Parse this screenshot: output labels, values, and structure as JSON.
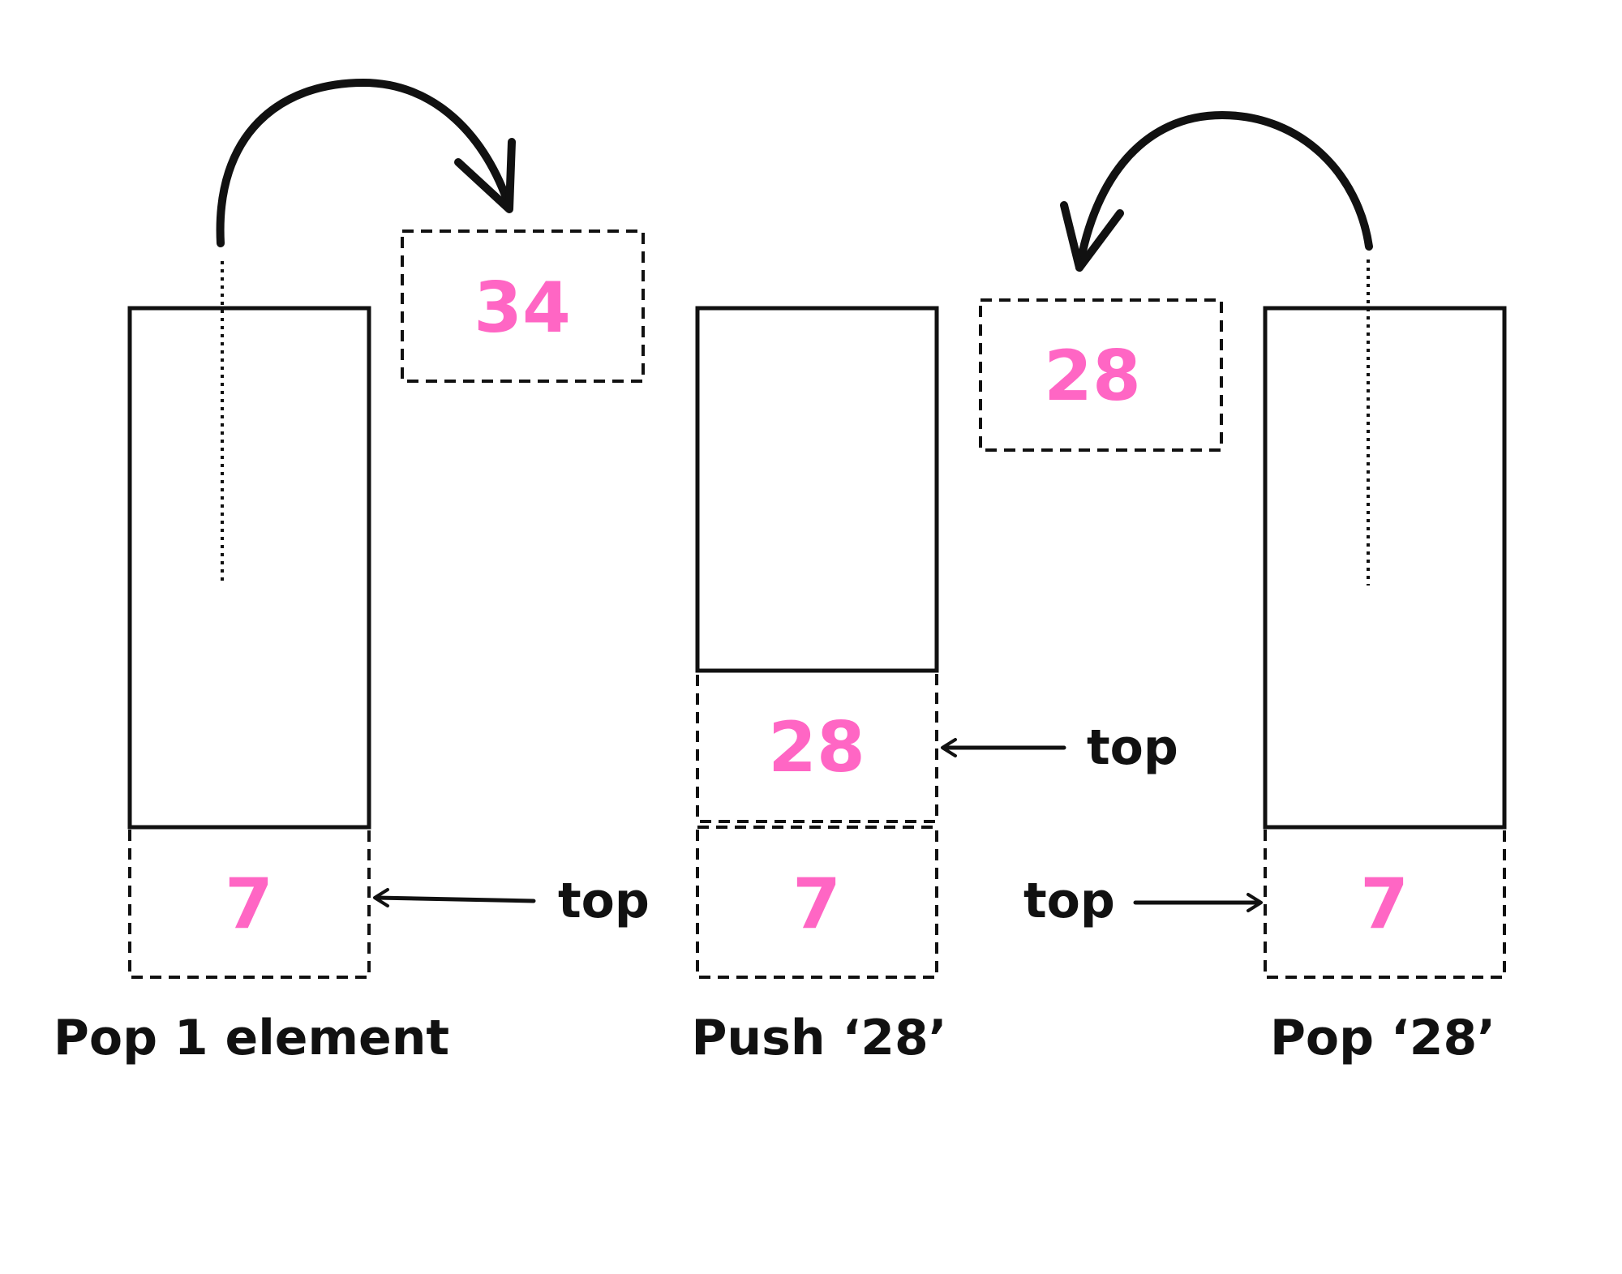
{
  "colors": {
    "value": "#ff66c4",
    "ink": "#111111",
    "background": "#ffffff"
  },
  "panels": [
    {
      "caption": "Pop 1 element",
      "bottom_value": "7",
      "moving_value": "34",
      "top_label": "top"
    },
    {
      "caption": "Push ‘28’",
      "bottom_value": "7",
      "top_value": "28",
      "moving_value": "28",
      "top_label": "top"
    },
    {
      "caption": "Pop ‘28’",
      "bottom_value": "7",
      "top_label": "top"
    }
  ]
}
